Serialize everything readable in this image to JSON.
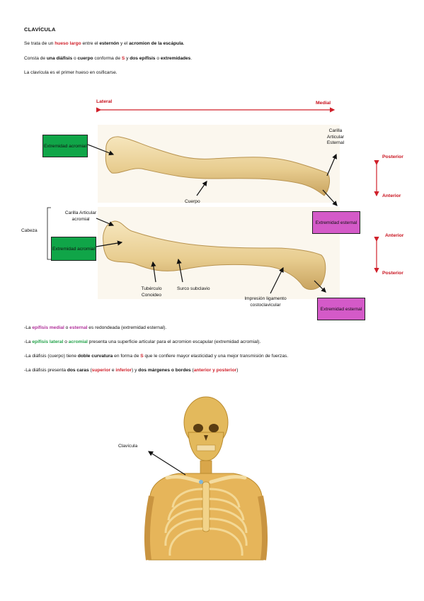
{
  "title": "CLAVÍCULA",
  "intro": {
    "l1": {
      "a": "Se trata de un ",
      "b": "hueso largo",
      "c": " entre el ",
      "d": "esternón",
      "e": " y el ",
      "f": "acromion de la escápula",
      "g": "."
    },
    "l2": {
      "a": "Consta de ",
      "b": "una diáfisis",
      "c": " o ",
      "d": "cuerpo",
      "e": " conforma de ",
      "f": "S",
      "g": " y ",
      "h": "dos epífisis",
      "i": " o ",
      "j": "extremidades",
      "k": "."
    },
    "l3": "La clavícula es el primer hueso en osificarse."
  },
  "diagram": {
    "lateral": "Lateral",
    "medial": "Medial",
    "posterior_top": "Posterior",
    "anterior_top": "Anterior",
    "anterior_bottom": "Anterior",
    "posterior_bottom": "Posterior",
    "box_acromial_1": "Extremidad acromial",
    "box_esternal_1": "Extremidad esternal",
    "box_acromial_2": "Extremidad acromial",
    "box_esternal_2": "Extremidad esternal",
    "carilla_esternal": "Carilla Articular Esternal",
    "cuerpo": "Cuerpo",
    "carilla_acromial": "Carilla Articular acromial",
    "cabeza": "Cabeza",
    "tuberculo": "Tubérculo Conoideo",
    "surco": "Surco subclavio",
    "impresion": "Impresión ligamento costoclavicular"
  },
  "bullets": {
    "b1": {
      "a": "-La ",
      "b": "epífisis medial",
      "c": " o ",
      "d": "esternal",
      "e": " es redondeada (extremidad esternal)."
    },
    "b2": {
      "a": "-La ",
      "b": "epífisis lateral",
      "c": " o ",
      "d": "acromial",
      "e": " presenta una superficie articular para el acromion escapular (extremidad acromial)."
    },
    "b3": {
      "a": "-La diáfisis (cuerpo) tiene ",
      "b": "doble curvatura",
      "c": " en forma de ",
      "d": "S",
      "e": " que le confiere mayor elasticidad y una mejor transmisión de fuerzas."
    },
    "b4": {
      "a": "-La diáfisis presenta ",
      "b": "dos caras",
      "c": " (",
      "d": "superior",
      "e": " e ",
      "f": "inferior",
      "g": ") y ",
      "h": "dos márgenes o bordes",
      "i": " (",
      "j": "anterior y posterior",
      "k": ")"
    }
  },
  "skeleton_label": "Clavícula",
  "colors": {
    "red": "#d0202a",
    "green_box": "#10a548",
    "magenta_box": "#d45ac8",
    "bone": "#e9cf93"
  }
}
